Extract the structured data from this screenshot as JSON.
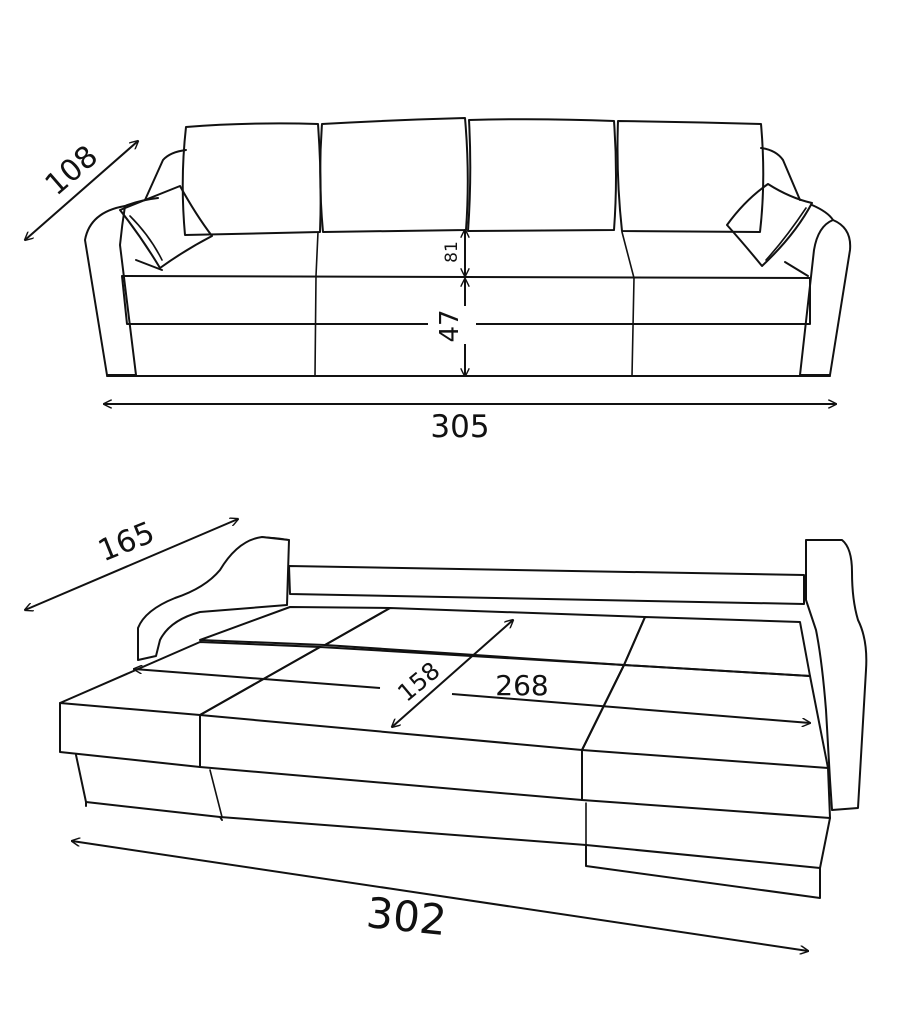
{
  "top_view": {
    "depth_label": "108",
    "back_height_label": "81",
    "seat_height_label": "47",
    "width_label": "305"
  },
  "bed_view": {
    "depth_label": "165",
    "berth_width_label": "158",
    "berth_length_label": "268",
    "total_length_label": "302"
  },
  "colors": {
    "line": "#111111",
    "background": "#ffffff"
  }
}
